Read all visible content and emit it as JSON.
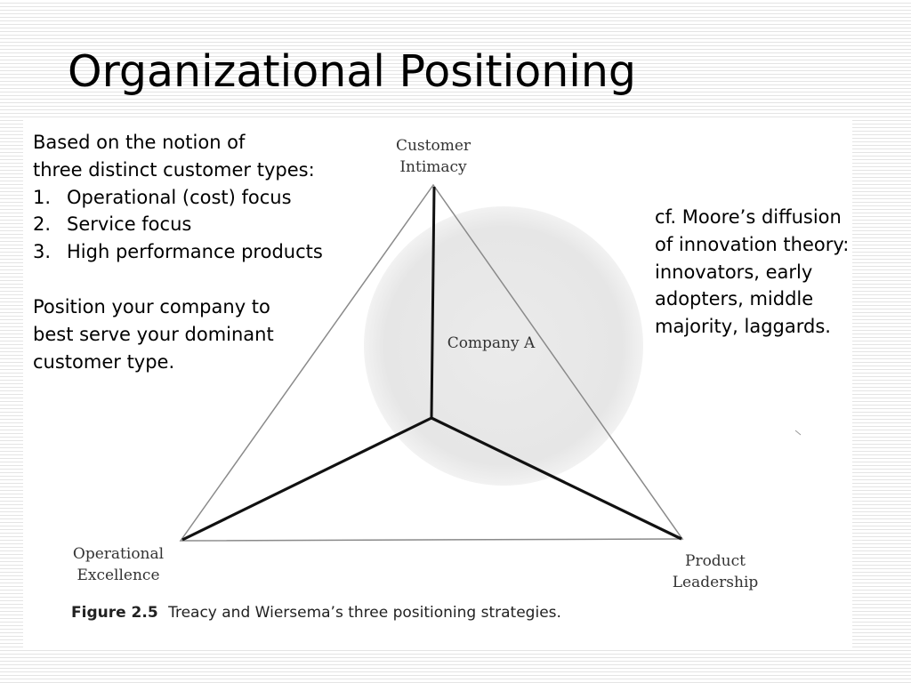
{
  "slide": {
    "title": "Organizational Positioning"
  },
  "left_text": {
    "intro_line1": "Based on the notion of",
    "intro_line2": "three distinct customer types:",
    "list": [
      {
        "num": "1.",
        "label": "Operational (cost) focus"
      },
      {
        "num": "2.",
        "label": "Service focus"
      },
      {
        "num": "3.",
        "label": "High performance products"
      }
    ],
    "position_line1": "Position your company to",
    "position_line2": "best serve your dominant",
    "position_line3": "customer type."
  },
  "right_text": {
    "line1": "cf. Moore’s diffusion",
    "line2": "of innovation theory:",
    "line3": "innovators, early",
    "line4": "adopters, middle",
    "line5": "majority, laggards."
  },
  "figure": {
    "labels": {
      "top_line1": "Customer",
      "top_line2": "Intimacy",
      "left_line1": "Operational",
      "left_line2": "Excellence",
      "right_line1": "Product",
      "right_line2": "Leadership",
      "center": "Company A"
    },
    "caption_number": "Figure 2.5",
    "caption_text": "Treacy and Wiersema’s three positioning strategies.",
    "colors": {
      "circle_fill": "#e9e9e9",
      "triangle_outline": "#8a8a8a",
      "axes": "#111111"
    }
  }
}
